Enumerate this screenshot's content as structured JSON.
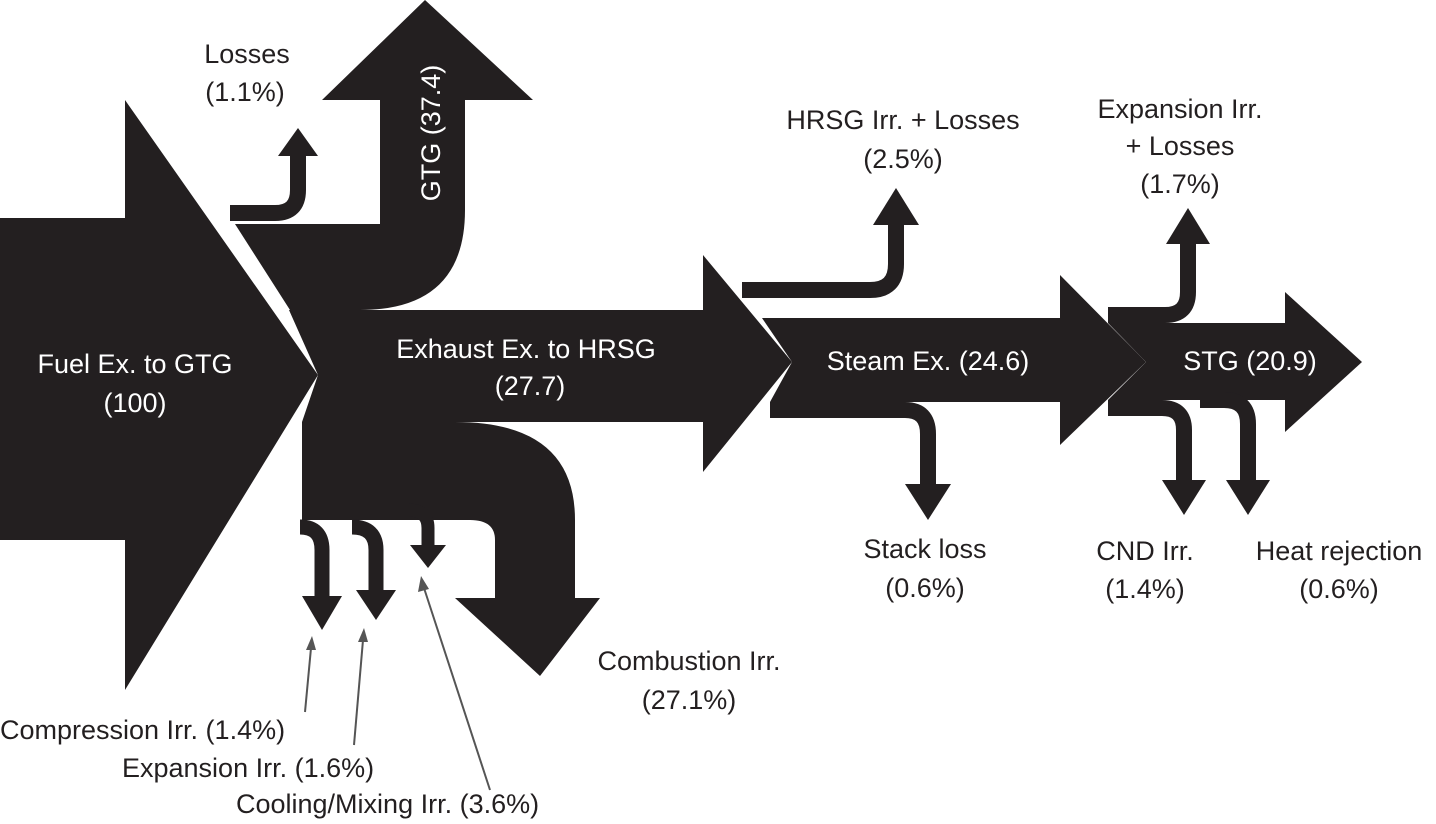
{
  "labels": {
    "fuel": {
      "name": "Fuel Ex. to GTG",
      "value": "(100)"
    },
    "gtg": "GTG (37.4)",
    "losses": {
      "name": "Losses",
      "value": "(1.1%)"
    },
    "exhaust": {
      "name": "Exhaust Ex. to HRSG",
      "value": "(27.7)"
    },
    "hrsg_irr": {
      "name": "HRSG Irr. + Losses",
      "value": "(2.5%)"
    },
    "steam": "Steam Ex. (24.6)",
    "expansion_irr_st": {
      "line1": "Expansion Irr.",
      "line2": "+ Losses",
      "value": "(1.7%)"
    },
    "stg": "STG (20.9)",
    "stack": {
      "name": "Stack loss",
      "value": "(0.6%)"
    },
    "cnd": {
      "name": "CND Irr.",
      "value": "(1.4%)"
    },
    "heat_rejection": {
      "name": "Heat rejection",
      "value": "(0.6%)"
    },
    "combustion": {
      "name": "Combustion Irr.",
      "value": "(27.1%)"
    },
    "compression": "Compression Irr. (1.4%)",
    "expansion_irr_gt": "Expansion Irr. (1.6%)",
    "cooling": "Cooling/Mixing Irr. (3.6%)"
  },
  "flows": [
    {
      "from": "Fuel Ex. to GTG",
      "to": "GTG",
      "value": 37.4
    },
    {
      "from": "Fuel Ex. to GTG",
      "to": "Losses",
      "value": 1.1
    },
    {
      "from": "Fuel Ex. to GTG",
      "to": "Exhaust Ex. to HRSG",
      "value": 27.7
    },
    {
      "from": "Fuel Ex. to GTG",
      "to": "Combustion Irr.",
      "value": 27.1
    },
    {
      "from": "Fuel Ex. to GTG",
      "to": "Compression Irr.",
      "value": 1.4
    },
    {
      "from": "Fuel Ex. to GTG",
      "to": "Expansion Irr.",
      "value": 1.6
    },
    {
      "from": "Fuel Ex. to GTG",
      "to": "Cooling/Mixing Irr.",
      "value": 3.6
    },
    {
      "from": "Exhaust Ex. to HRSG",
      "to": "Steam Ex.",
      "value": 24.6
    },
    {
      "from": "Exhaust Ex. to HRSG",
      "to": "HRSG Irr. + Losses",
      "value": 2.5
    },
    {
      "from": "Exhaust Ex. to HRSG",
      "to": "Stack loss",
      "value": 0.6
    },
    {
      "from": "Steam Ex.",
      "to": "STG",
      "value": 20.9
    },
    {
      "from": "Steam Ex.",
      "to": "Expansion Irr. + Losses",
      "value": 1.7
    },
    {
      "from": "Steam Ex.",
      "to": "CND Irr.",
      "value": 1.4
    },
    {
      "from": "Steam Ex.",
      "to": "Heat rejection",
      "value": 0.6
    }
  ],
  "colors": {
    "flow": "#231f20",
    "background": "#ffffff"
  }
}
